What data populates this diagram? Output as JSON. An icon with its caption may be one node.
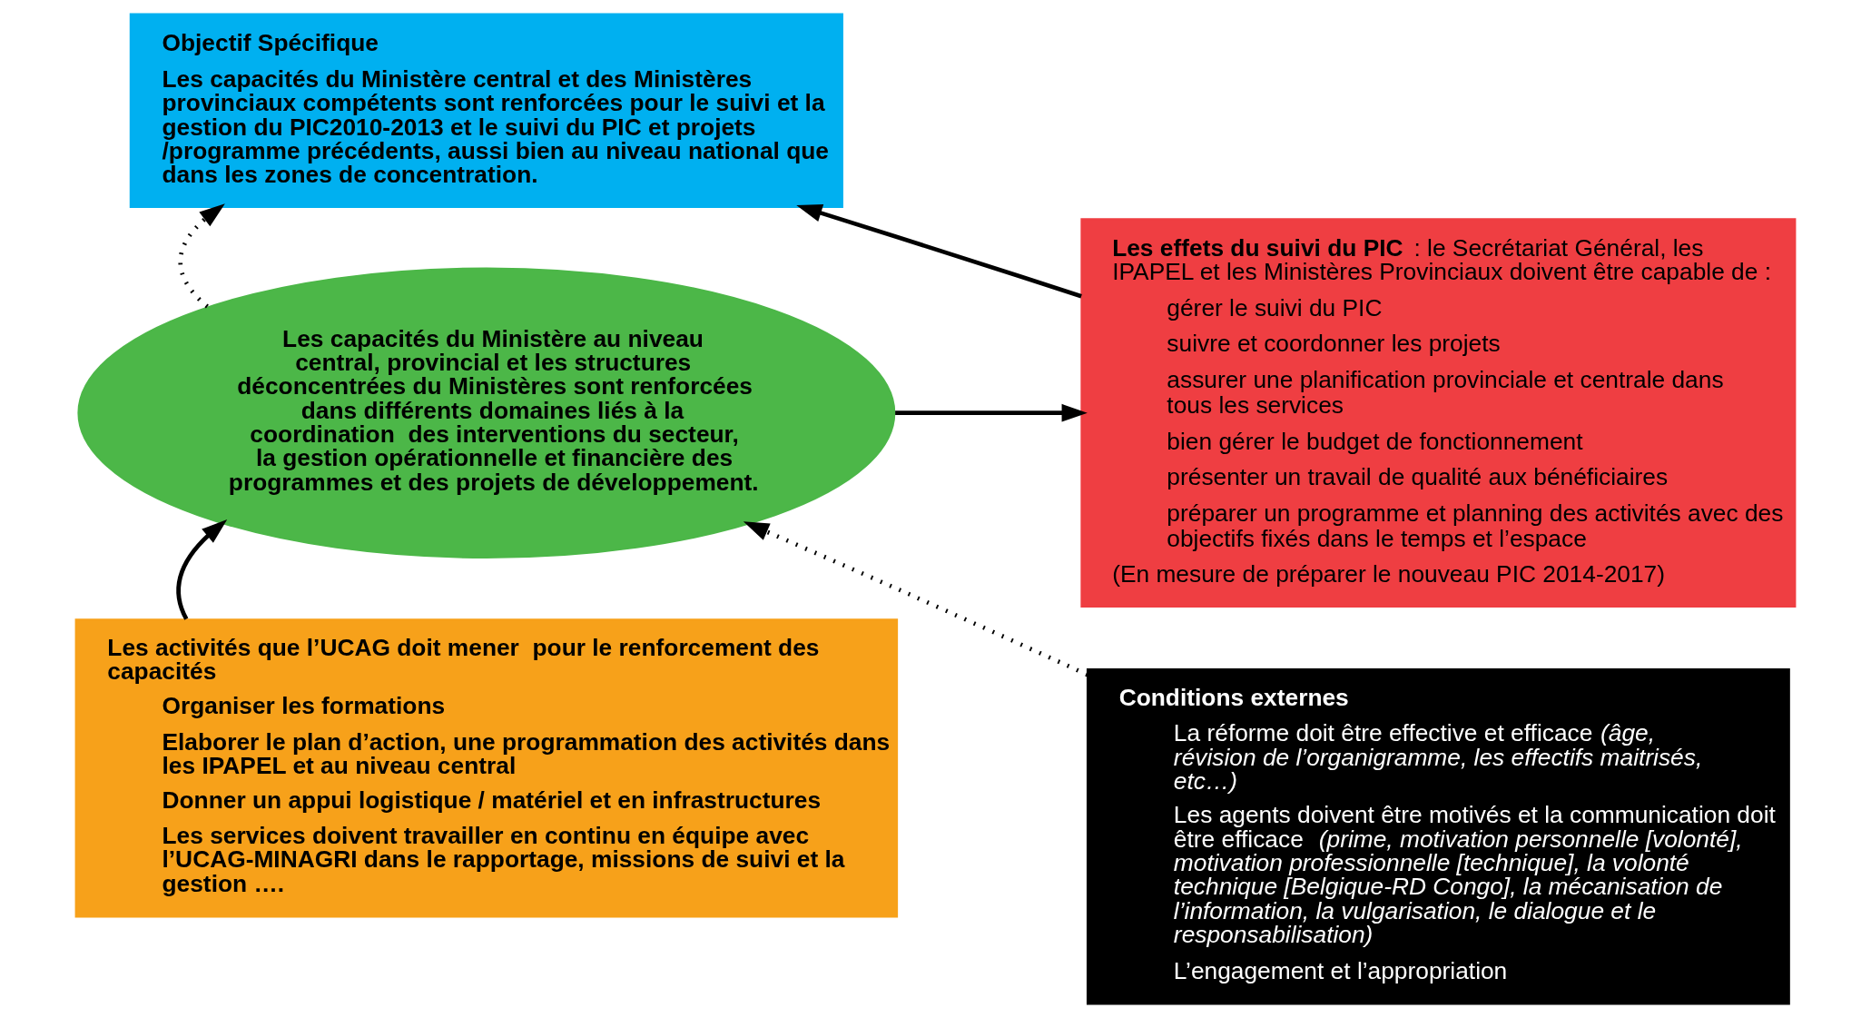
{
  "diagram": {
    "nodes": [
      {
        "text": [
          "Objectif Spécifique",
          "Les capacités du Ministère central et des Ministères provinciaux compétents sont renforcées pour le suivi et la gestion du PIC2010-2013 et le suivi du PIC et projets /programme précédents, aussi bien au niveau national que dans les zones de concentration."
        ]
      },
      {
        "text": [
          "**Les effets du suivi du PIC** : le Secrétariat Général, les IPAPEL et les Ministères Provinciaux doivent être capable de :",
          "gérer le suivi du PIC",
          "suivre et coordonner les projets",
          "assurer une planification provinciale et centrale dans tous les services",
          "bien gérer le budget de fonctionnement",
          "présenter un travail de qualité aux bénéficiaires",
          "préparer un programme et planning des activités avec des objectifs fixés dans le temps et l’espace",
          "(En mesure de préparer le nouveau PIC 2014-2017)"
        ]
      },
      {
        "text": [
          "Les capacités du Ministère au niveau central, provincial et les structures déconcentrées du Ministères sont renforcées dans différents domaines liés à la coordination  des interventions du secteur, la gestion opérationnelle et financière des programmes et des projets de développement."
        ]
      },
      {
        "text": [
          "Les activités que l’UCAG doit mener  pour le renforcement des capacités",
          "Organiser les formations",
          "Elaborer le plan d’action, une programmation des activités dans les IPAPEL et au niveau central",
          "Donner un appui logistique / matériel et en infrastructures",
          "Les services doivent travailler en continu en équipe avec l’UCAG-MINAGRI dans le rapportage, missions de suivi et la gestion …."
        ]
      },
      {
        "text": [
          "Conditions externes",
          "La réforme doit être effective et efficace *(âge, révision de l’organigramme, les effectifs maitrisés, etc…)*",
          "Les agents doivent être motivés et la communication doit être efficace *(prime, motivation personnelle [volonté], motivation professionnelle [technique], la volonté technique [Belgique-RD Congo], la mécanisation de l’information, la vulgarisation, le dialogue et le responsabilisation)*",
          "L’engagement et l’appropriation"
        ]
      }
    ],
    "edges": [
      {
        "from": 1,
        "to": 0,
        "arrow": "to"
      },
      {
        "from": 2,
        "to": 0,
        "arrow": "to",
        "style": "dashed"
      },
      {
        "from": 2,
        "to": 1,
        "arrow": "to"
      },
      {
        "from": 3,
        "to": 2,
        "arrow": "to"
      },
      {
        "from": 4,
        "to": 2,
        "arrow": "to",
        "style": "dashed"
      }
    ]
  }
}
